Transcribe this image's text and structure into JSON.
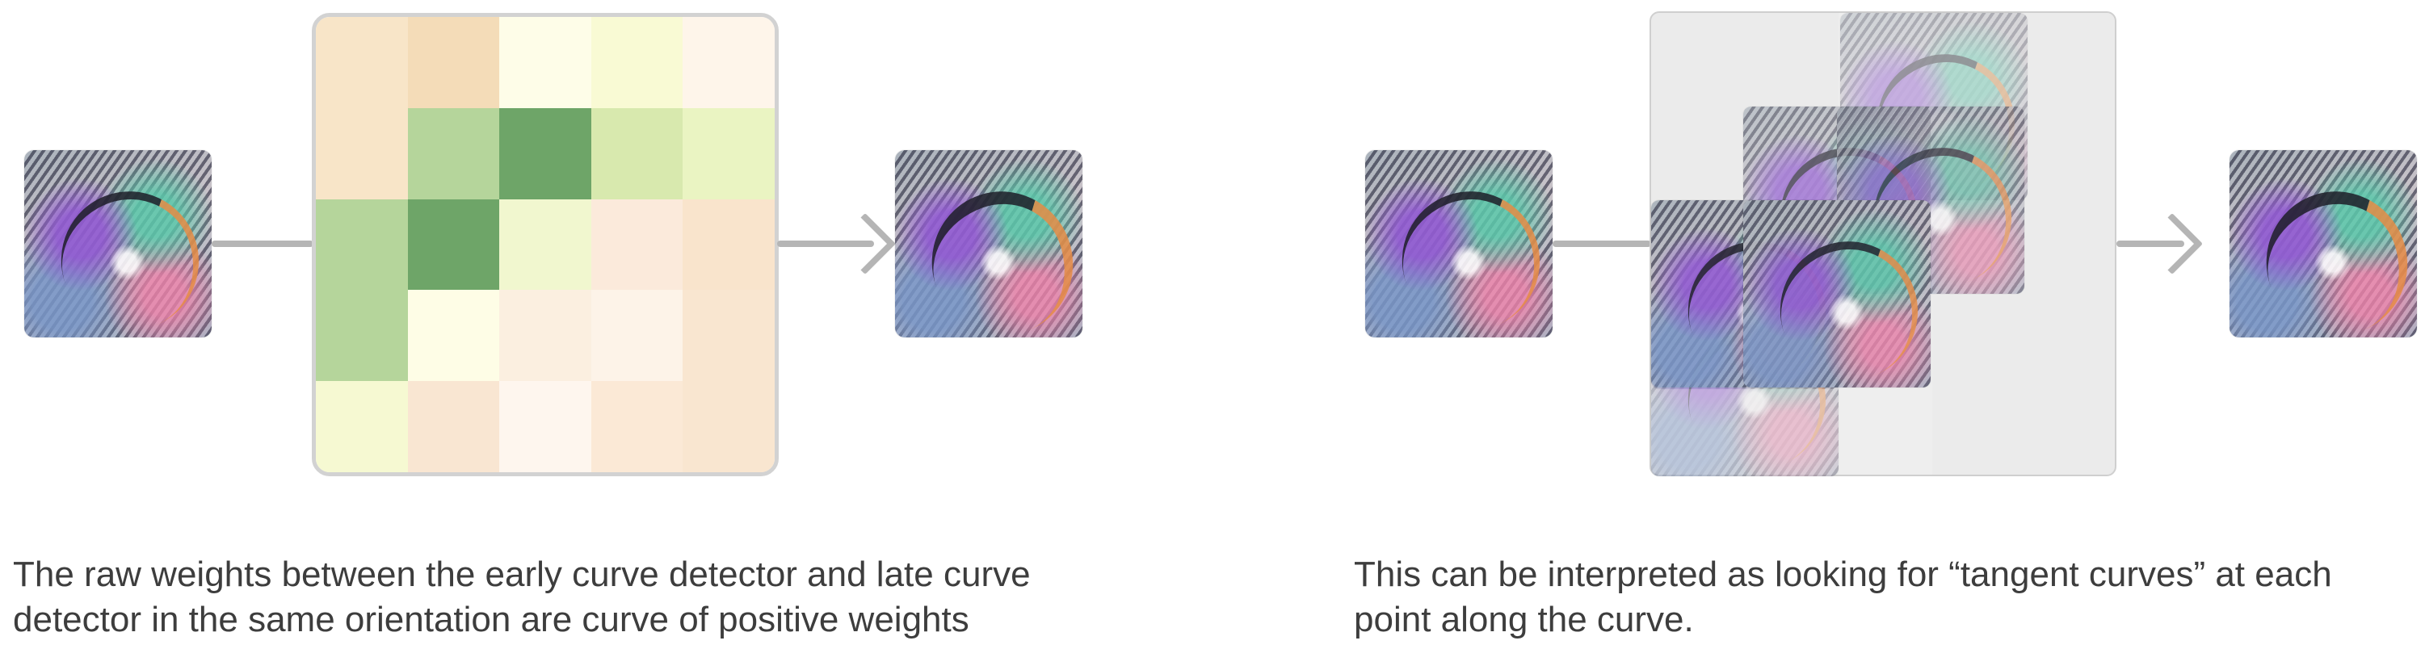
{
  "left_panel": {
    "input_image": "curve-feature-visualization",
    "output_image": "curve-feature-visualization",
    "weight_colors": [
      [
        "#f8e5c8",
        "#f4dcb8",
        "#fefde8",
        "#f9fad4",
        "#fef5ea"
      ],
      [
        "#f8e5c8",
        "#b5d59b",
        "#6ea568",
        "#d8e9ae",
        "#eaf4c2"
      ],
      [
        "#b5d59b",
        "#6ea568",
        "#f1f7cf",
        "#fbeadb",
        "#f9e4cc"
      ],
      [
        "#b5d59b",
        "#fefde6",
        "#fbefe0",
        "#fdf3e8",
        "#f9e6d0"
      ],
      [
        "#f6f9d2",
        "#f9e6d2",
        "#fef6ee",
        "#fbe9d6",
        "#f9e6d0"
      ]
    ],
    "caption": "The raw weights between the early curve detector and late curve detector in the same orientation are curve of positive weights"
  },
  "right_panel": {
    "input_image": "curve-feature-visualization",
    "output_image": "curve-feature-visualization",
    "caption": "This can be interpreted as looking for “tangent curves” at each point along the curve."
  },
  "colors": {
    "connector": "#b5b5b5",
    "caption_text": "#3d3d3d",
    "grid_border": "#d2d2d2",
    "panel_background": "#ebebeb"
  }
}
